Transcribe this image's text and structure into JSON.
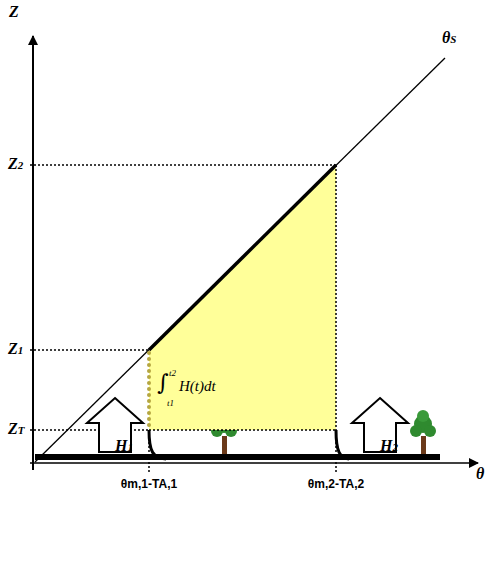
{
  "diagram": {
    "nodes": [
      {
        "text": [
          "t2",
          "∫",
          "t1",
          "H(t)dt"
        ]
      },
      {
        "text": [
          "H1"
        ]
      },
      {
        "text": [
          "H2"
        ]
      }
    ],
    "labels": [
      "Z",
      "θ",
      "θS",
      "Z2",
      "Z1",
      "ZT",
      "θm,1-TA,1",
      "θm,2-TA,2"
    ]
  }
}
